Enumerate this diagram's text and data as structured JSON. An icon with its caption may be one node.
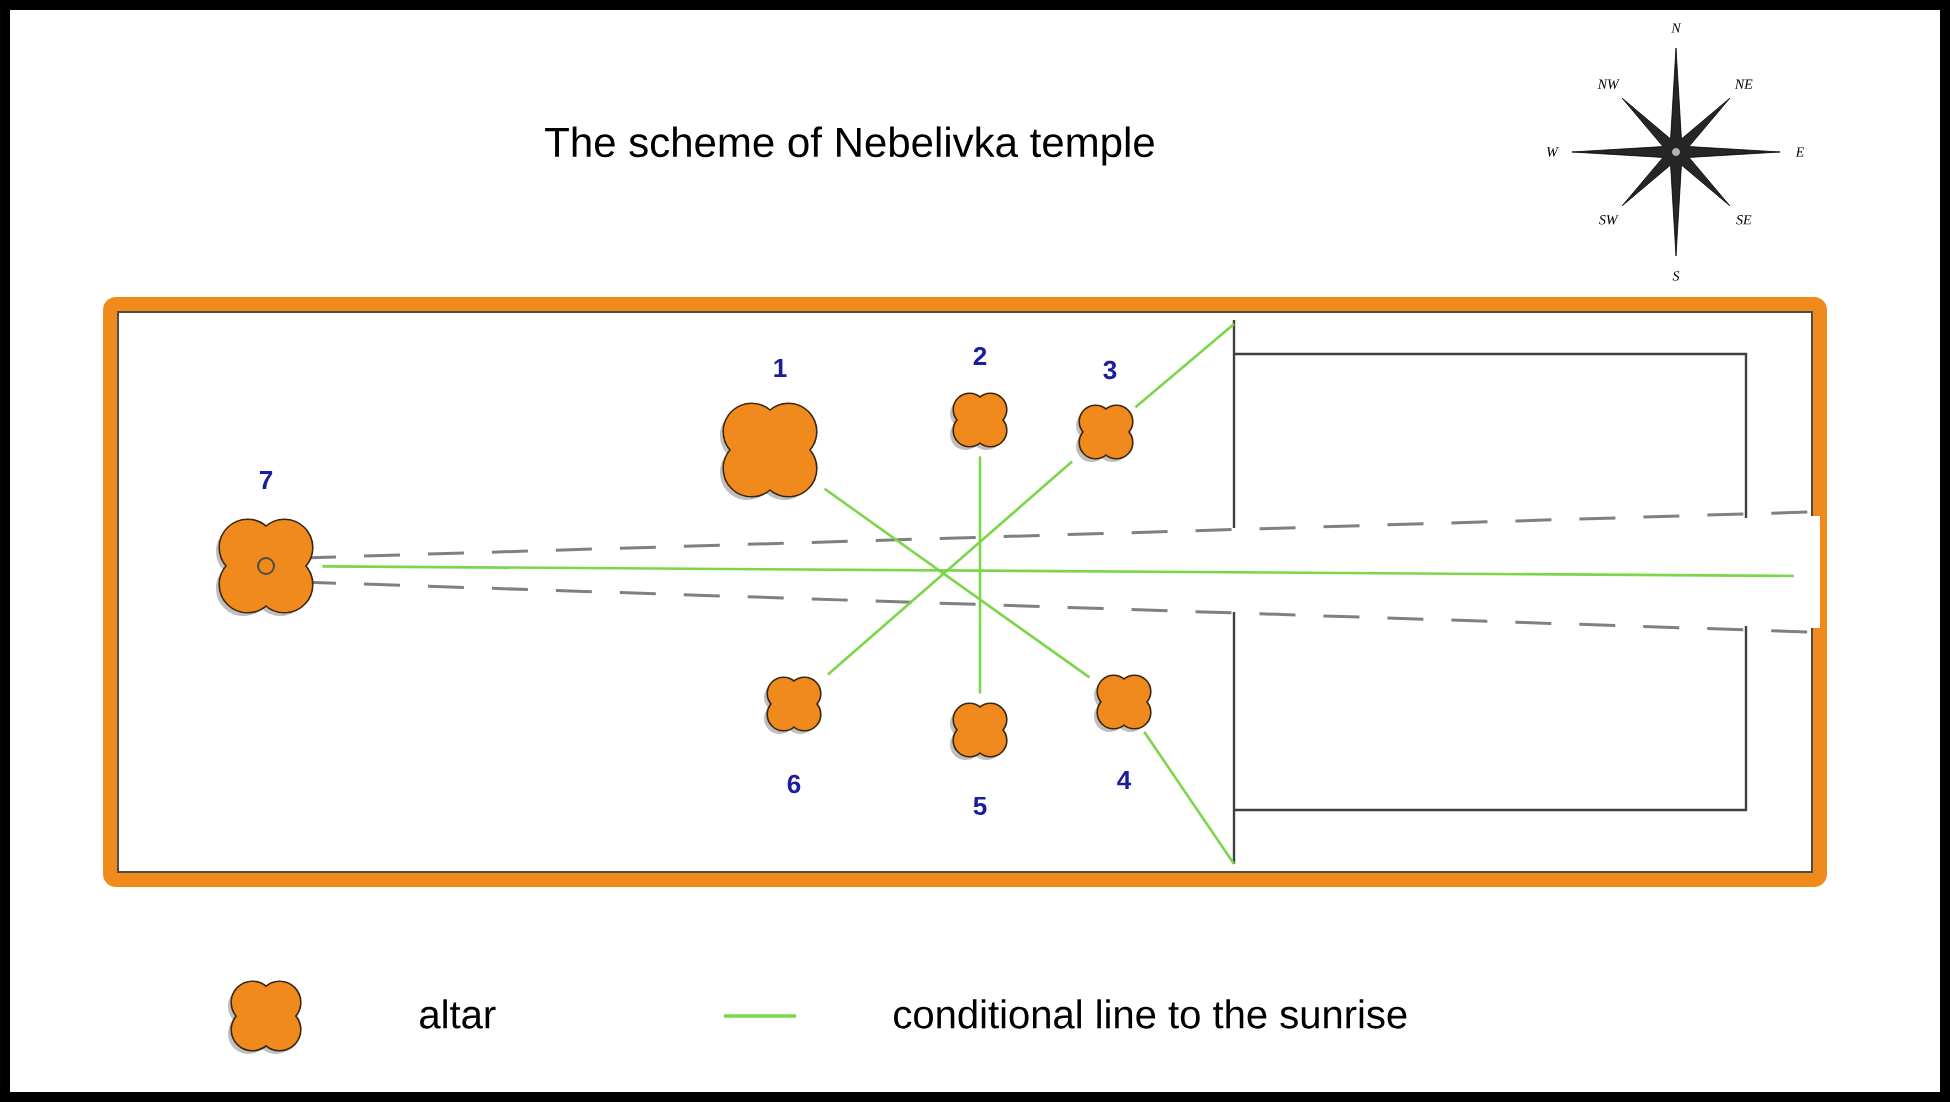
{
  "diagram": {
    "title": "The scheme of Nebelivka temple",
    "nodes": [
      {
        "text": [],
        "shape": "altar",
        "beside": [
          "1"
        ]
      },
      {
        "text": [],
        "shape": "altar",
        "beside": [
          "2"
        ]
      },
      {
        "text": [],
        "shape": "altar",
        "beside": [
          "3"
        ]
      },
      {
        "text": [],
        "shape": "altar",
        "beside": [
          "4"
        ]
      },
      {
        "text": [],
        "shape": "altar",
        "beside": [
          "5"
        ]
      },
      {
        "text": [],
        "shape": "altar",
        "beside": [
          "6"
        ]
      },
      {
        "text": [],
        "shape": "altar",
        "beside": [
          "7"
        ]
      }
    ],
    "edges": [
      {
        "from": 0,
        "to": 3,
        "arrow": "none"
      },
      {
        "from": 5,
        "to": 2,
        "arrow": "none"
      },
      {
        "from": 1,
        "to": 4,
        "arrow": "none"
      },
      {
        "from": 6,
        "to": null,
        "arrow": "none"
      }
    ],
    "labels": [
      "N",
      "NW",
      "NE",
      "W",
      "E",
      "SW",
      "SE",
      "S"
    ],
    "legend": [
      {
        "text": "altar"
      },
      {
        "text": "conditional line to the sunrise"
      }
    ]
  }
}
